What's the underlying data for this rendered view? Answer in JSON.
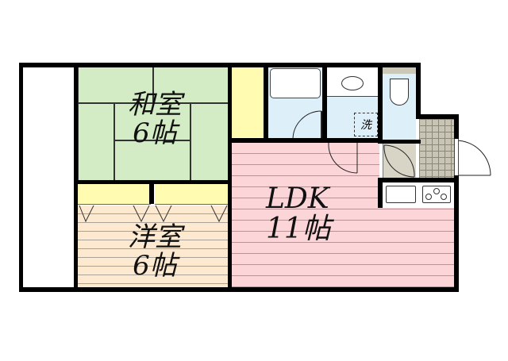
{
  "floorplan": {
    "rooms": {
      "washitsu": {
        "name": "和室",
        "size": "6帖",
        "color": "#d4ecc5"
      },
      "youshitsu": {
        "name": "洋室",
        "size": "6帖",
        "color": "#fde9cf"
      },
      "ldk": {
        "name": "LDK",
        "size": "11帖",
        "color": "#fbd5d8"
      },
      "closet_color": "#fffbb0",
      "bath_color": "#ddf0fa",
      "entrance_color": "#c9c5b6"
    },
    "fixtures": {
      "washer_label": "洗"
    }
  }
}
